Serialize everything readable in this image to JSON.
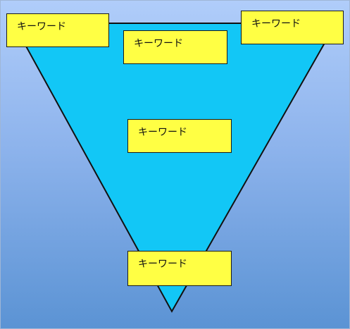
{
  "diagram": {
    "fill_color": "#12c7f6",
    "box_color": "#ffff44",
    "keywords": [
      {
        "label": "キーワード"
      },
      {
        "label": "キーワード"
      },
      {
        "label": "キーワード"
      },
      {
        "label": "キーワード"
      },
      {
        "label": "キーワード"
      }
    ]
  }
}
